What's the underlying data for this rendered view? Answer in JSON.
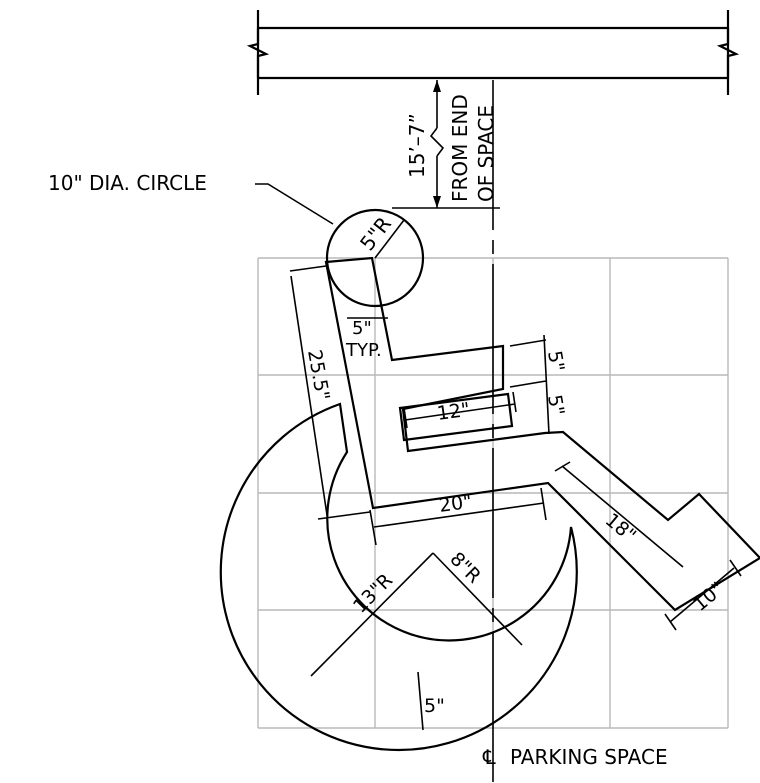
{
  "drawing": {
    "labels": {
      "circle_callout": "10\" DIA. CIRCLE",
      "offset_dim": "15’–7”",
      "offset_note_1": "FROM END",
      "offset_note_2": "OF SPACE",
      "centerline_symbol": "℄",
      "centerline_label": "PARKING SPACE"
    },
    "dimensions": {
      "head_radius": "5\"R",
      "neck": "5\"",
      "neck_note": "TYP.",
      "back": "25.5\"",
      "arm_rise": "5\"",
      "arm_gap": "5\"",
      "arm_length": "12\"",
      "seat": "20\"",
      "leg": "18\"",
      "foot": "10\"",
      "wheel_outer": "13\"R",
      "wheel_inner": "8\"R",
      "wheel_width": "5\""
    },
    "colors": {
      "ink": "#000000",
      "grid": "#b9b9b9"
    }
  }
}
